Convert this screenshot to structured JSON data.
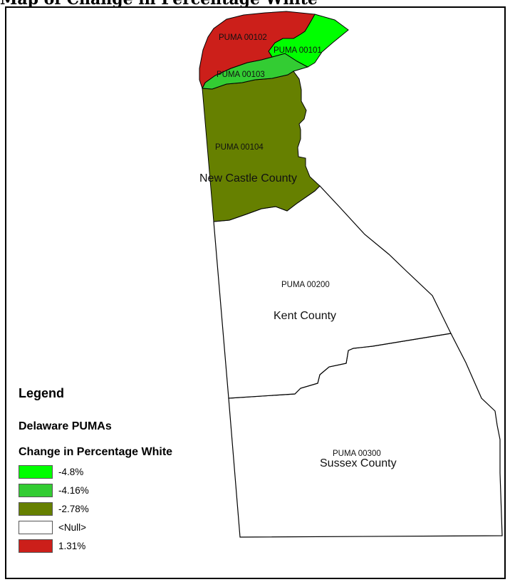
{
  "title": "Map of Change in Percentage White",
  "colors": {
    "bright_green": "#00ff00",
    "green": "#33cc33",
    "olive": "#668000",
    "null_white": "#ffffff",
    "red": "#cc1f1a",
    "outline": "#000000"
  },
  "map": {
    "puma_labels": {
      "p00101": "PUMA 00101",
      "p00102": "PUMA 00102",
      "p00103": "PUMA 00103",
      "p00104": "PUMA 00104",
      "p00200": "PUMA 00200",
      "p00300": "PUMA 00300"
    },
    "county_labels": {
      "new_castle": "New Castle County",
      "kent": "Kent County",
      "sussex": "Sussex County"
    },
    "values": {
      "p00101": "-4.8%",
      "p00102": "1.31%",
      "p00103": "-4.16%",
      "p00104": "-2.78%",
      "p00200": "<Null>",
      "p00300": "<Null>"
    }
  },
  "legend": {
    "title": "Legend",
    "layer_name": "Delaware PUMAs",
    "field_name": "Change in Percentage White",
    "items": [
      {
        "label": "-4.8%",
        "color": "#00ff00"
      },
      {
        "label": "-4.16%",
        "color": "#33cc33"
      },
      {
        "label": "-2.78%",
        "color": "#668000"
      },
      {
        "label": "<Null>",
        "color": "#ffffff"
      },
      {
        "label": "1.31%",
        "color": "#cc1f1a"
      }
    ]
  }
}
